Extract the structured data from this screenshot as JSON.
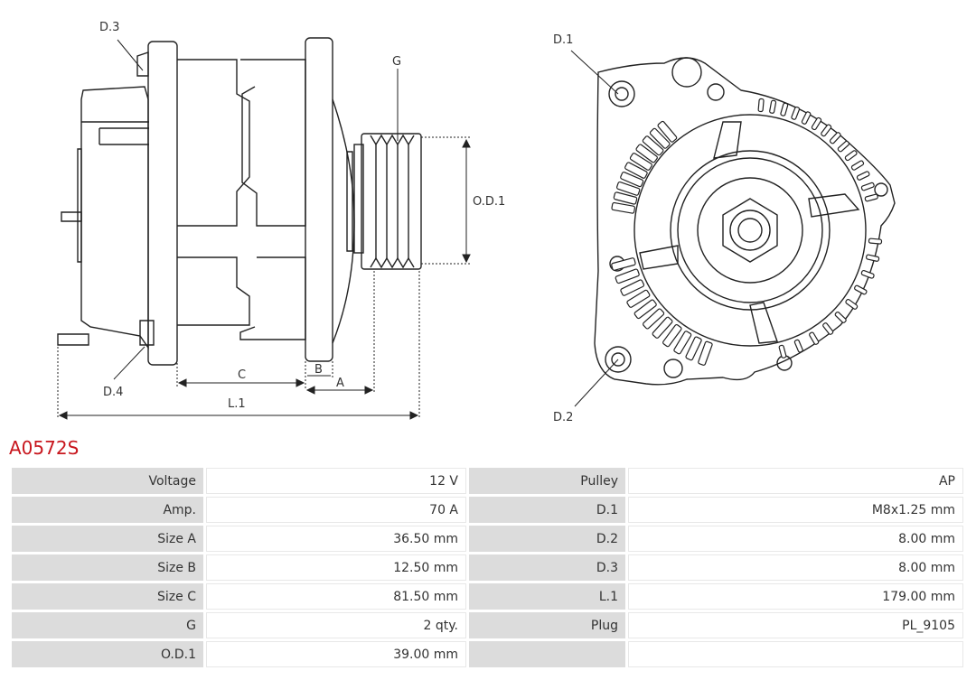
{
  "part_number": "A0572S",
  "drawing_labels": {
    "d3": "D.3",
    "d4": "D.4",
    "g": "G",
    "od1": "O.D.1",
    "c": "C",
    "b": "B",
    "a": "A",
    "l1": "L.1",
    "d1": "D.1",
    "d2": "D.2"
  },
  "specs": [
    {
      "label": "Voltage",
      "value": "12 V",
      "label2": "Pulley",
      "value2": "AP"
    },
    {
      "label": "Amp.",
      "value": "70 A",
      "label2": "D.1",
      "value2": "M8x1.25 mm"
    },
    {
      "label": "Size A",
      "value": "36.50 mm",
      "label2": "D.2",
      "value2": "8.00 mm"
    },
    {
      "label": "Size B",
      "value": "12.50 mm",
      "label2": "D.3",
      "value2": "8.00 mm"
    },
    {
      "label": "Size C",
      "value": "81.50 mm",
      "label2": "L.1",
      "value2": "179.00 mm"
    },
    {
      "label": "G",
      "value": "2 qty.",
      "label2": "Plug",
      "value2": "PL_9105"
    },
    {
      "label": "O.D.1",
      "value": "39.00 mm",
      "label2": "",
      "value2": ""
    }
  ]
}
